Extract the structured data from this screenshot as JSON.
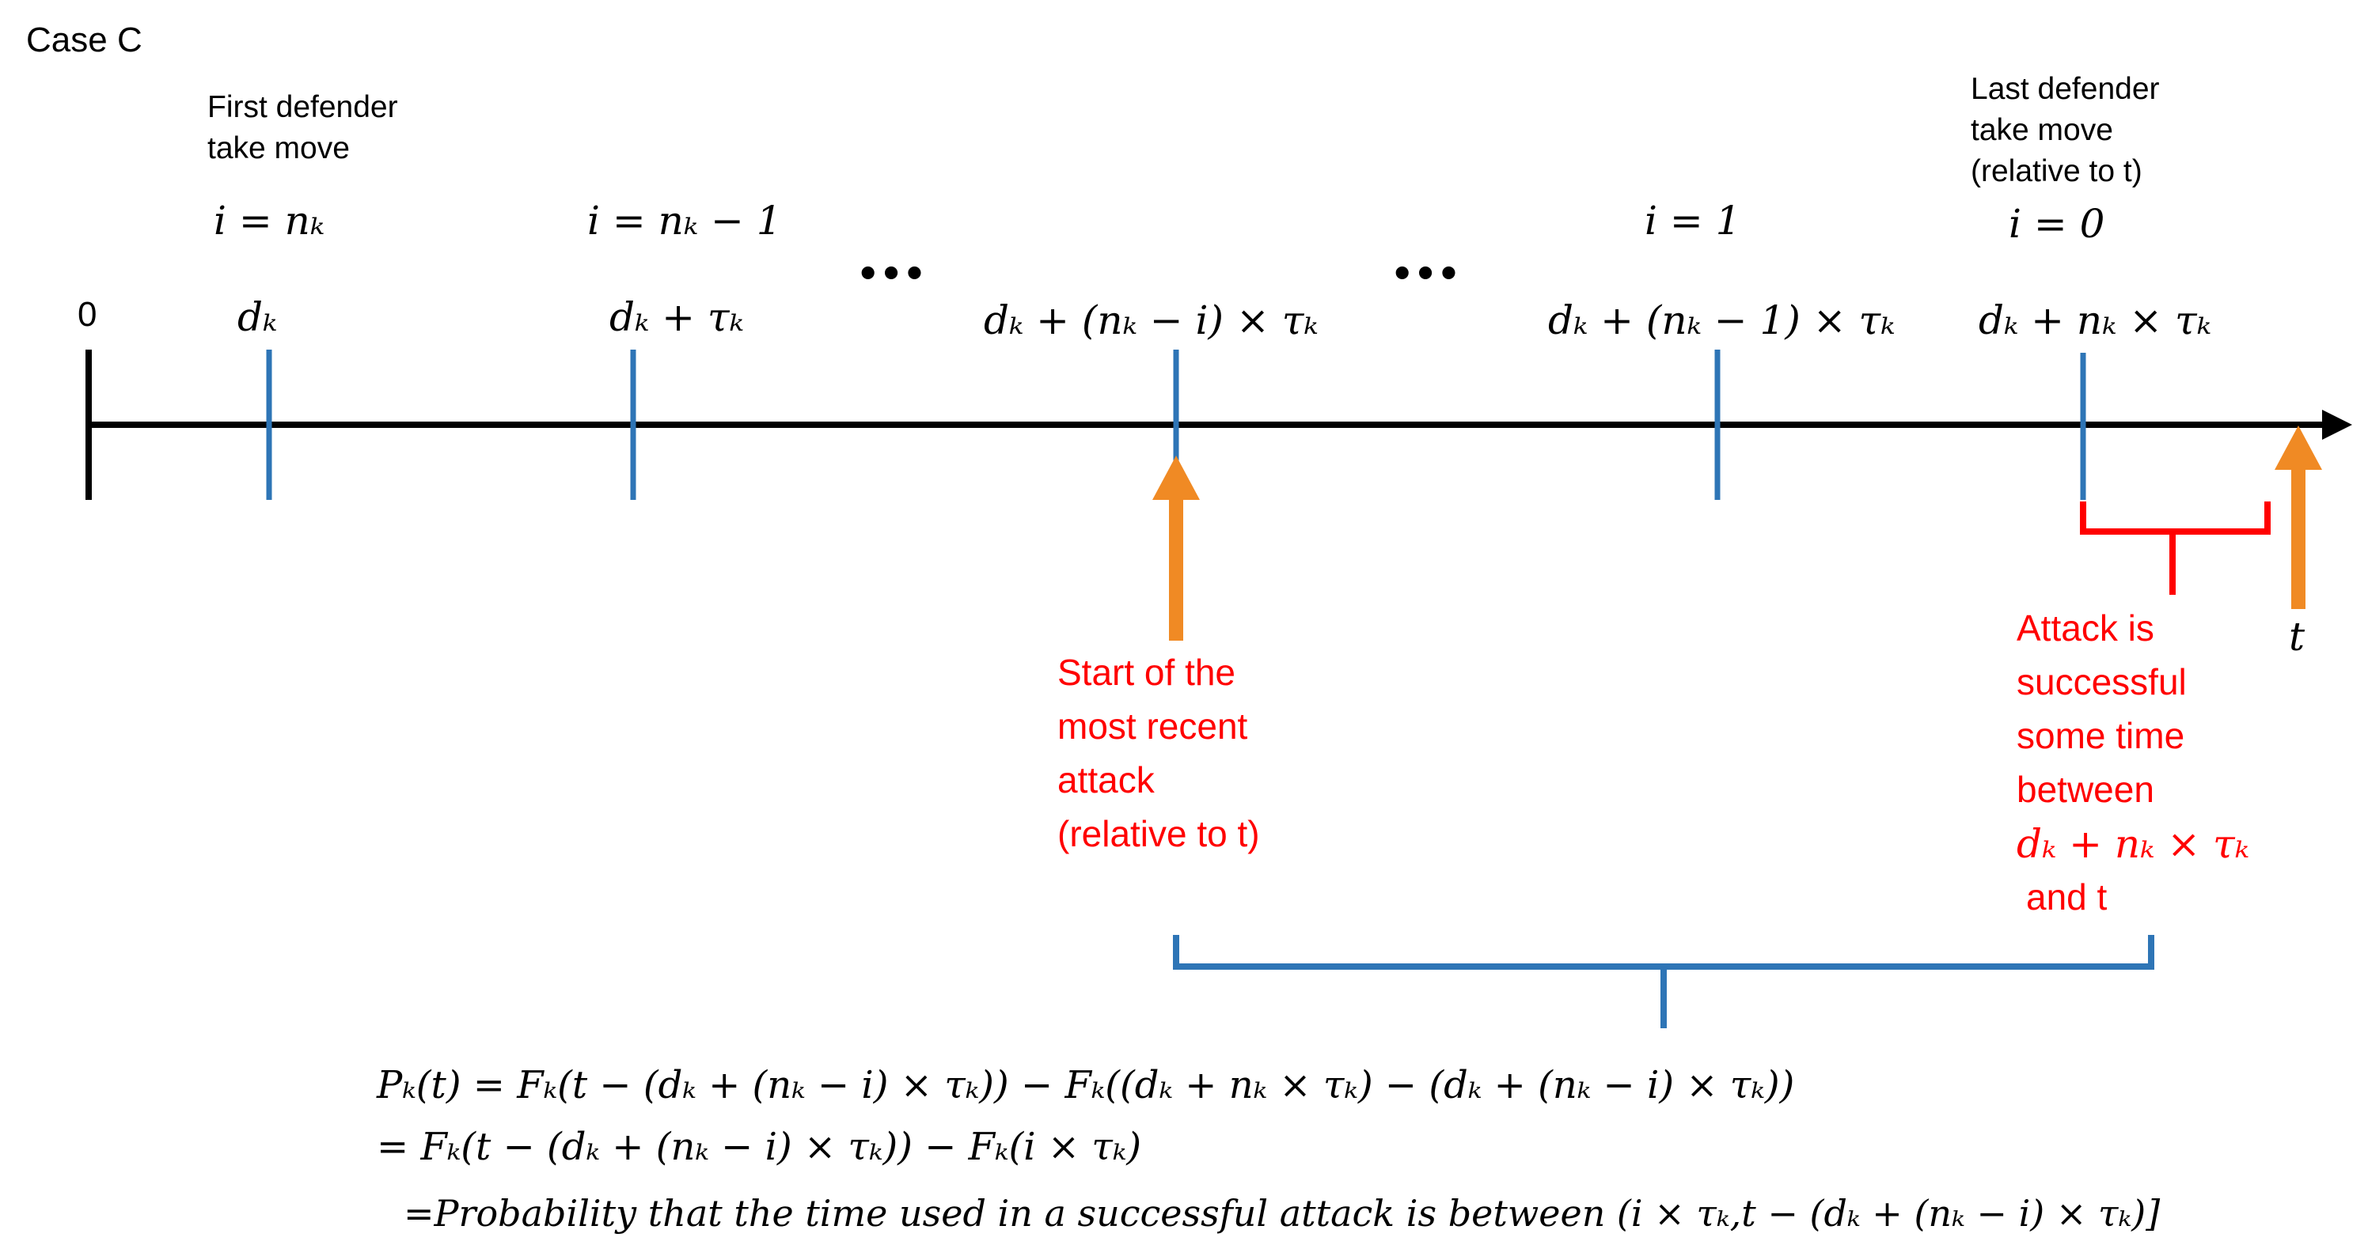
{
  "case_label": "Case C",
  "colors": {
    "axis": "#000000",
    "tick": "#2E75B6",
    "arrow": "#F08A24",
    "annotation": "#FF0000",
    "brace_blue": "#2E75B6",
    "brace_red": "#FF0000"
  },
  "first_defender": {
    "line1": "First defender",
    "line2": "take move"
  },
  "last_defender": {
    "line1": "Last defender",
    "line2": "take move",
    "line3": "(relative to t)"
  },
  "origin_label": "0",
  "ellipsis": "•••",
  "index_labels": {
    "first": "i = nₖ",
    "second": "i = nₖ − 1",
    "one": "i = 1",
    "zero": "i = 0"
  },
  "tick_labels": {
    "t1": "dₖ",
    "t2": "dₖ + τₖ",
    "t3": "dₖ + (nₖ − i) × τₖ",
    "t4": "dₖ + (nₖ − 1) × τₖ",
    "t5": "dₖ + nₖ × τₖ"
  },
  "t_label": "t",
  "recent_attack": {
    "line1": "Start of the",
    "line2": "most recent",
    "line3": "attack",
    "line4": "(relative to t)"
  },
  "success_note": {
    "line1": "Attack is",
    "line2": "successful",
    "line3": "some time",
    "line4": "between",
    "line5": "dₖ + nₖ × τₖ",
    "line6": "and t"
  },
  "formula": {
    "line1": "Pₖ(t) = Fₖ(t − (dₖ + (nₖ − i) × τₖ)) − Fₖ((dₖ + nₖ × τₖ) − (dₖ + (nₖ − i) × τₖ))",
    "line2": "= Fₖ(t − (dₖ + (nₖ − i) × τₖ)) − Fₖ(i × τₖ)",
    "line3": "=Probability that the time used in a successful attack is between (i × τₖ,t − (dₖ + (nₖ − i) × τₖ)]"
  }
}
